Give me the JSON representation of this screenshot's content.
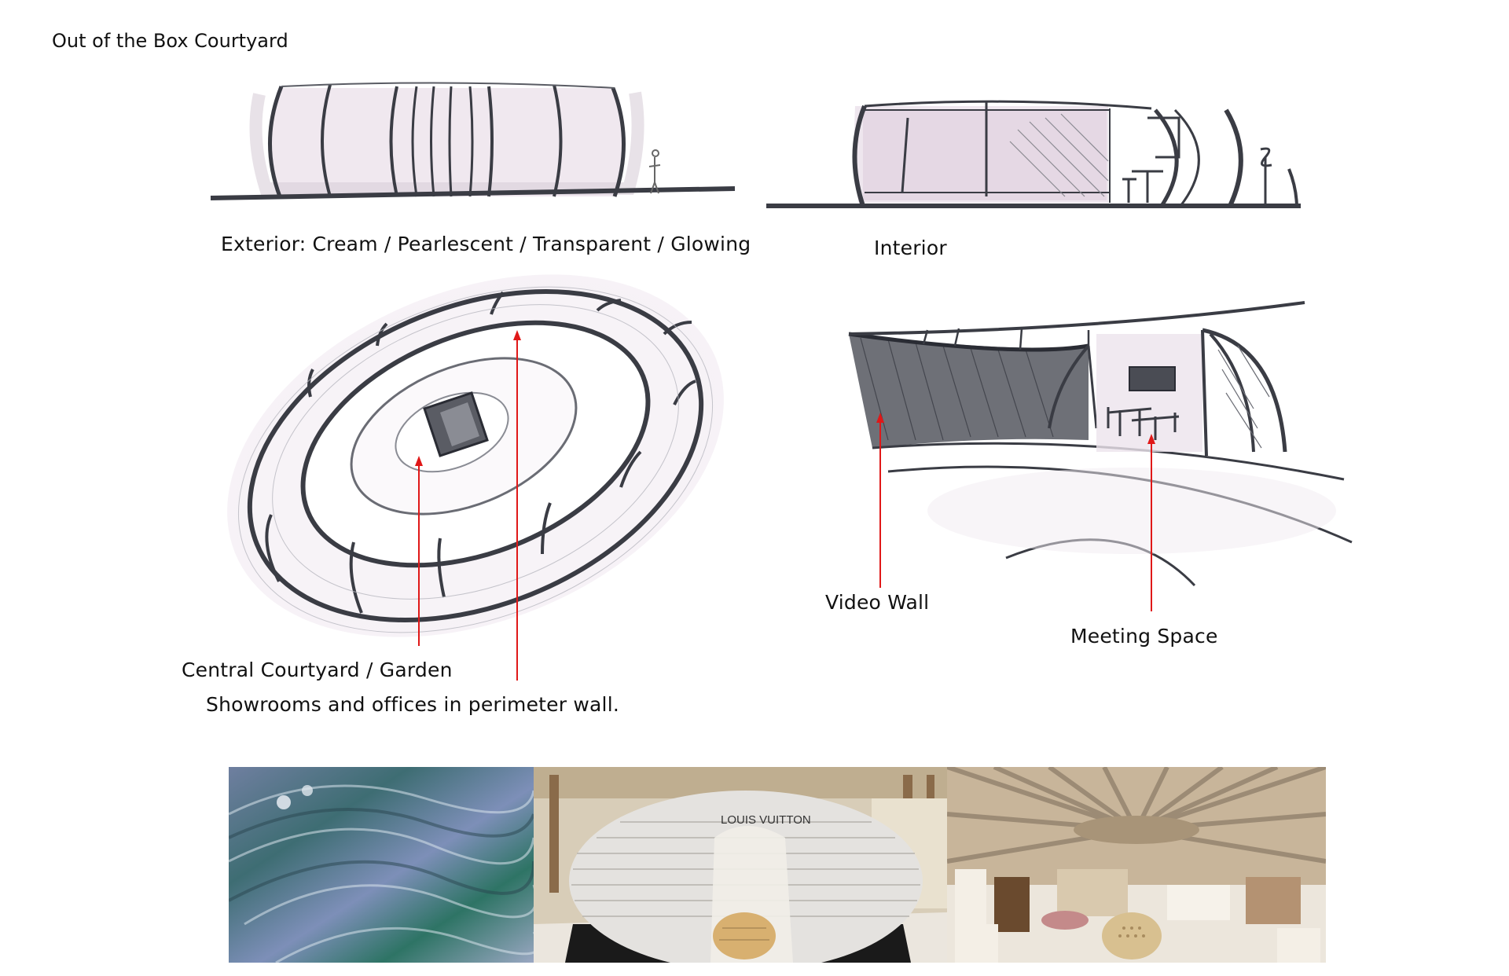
{
  "title": "Out of the Box Courtyard",
  "labels": {
    "exterior": "Exterior: Cream / Pearlescent / Transparent / Glowing",
    "interior": "Interior",
    "central_courtyard": "Central Courtyard / Garden",
    "showrooms": "Showrooms and offices in perimeter wall.",
    "video_wall": "Video Wall",
    "meeting_space": "Meeting Space"
  },
  "photos": {
    "pavilion_sign": "LOUIS VUITTON"
  },
  "colors": {
    "annotation_line": "#e01818",
    "sketch_ink": "#3a3c44",
    "wash": "#e7dde8"
  }
}
